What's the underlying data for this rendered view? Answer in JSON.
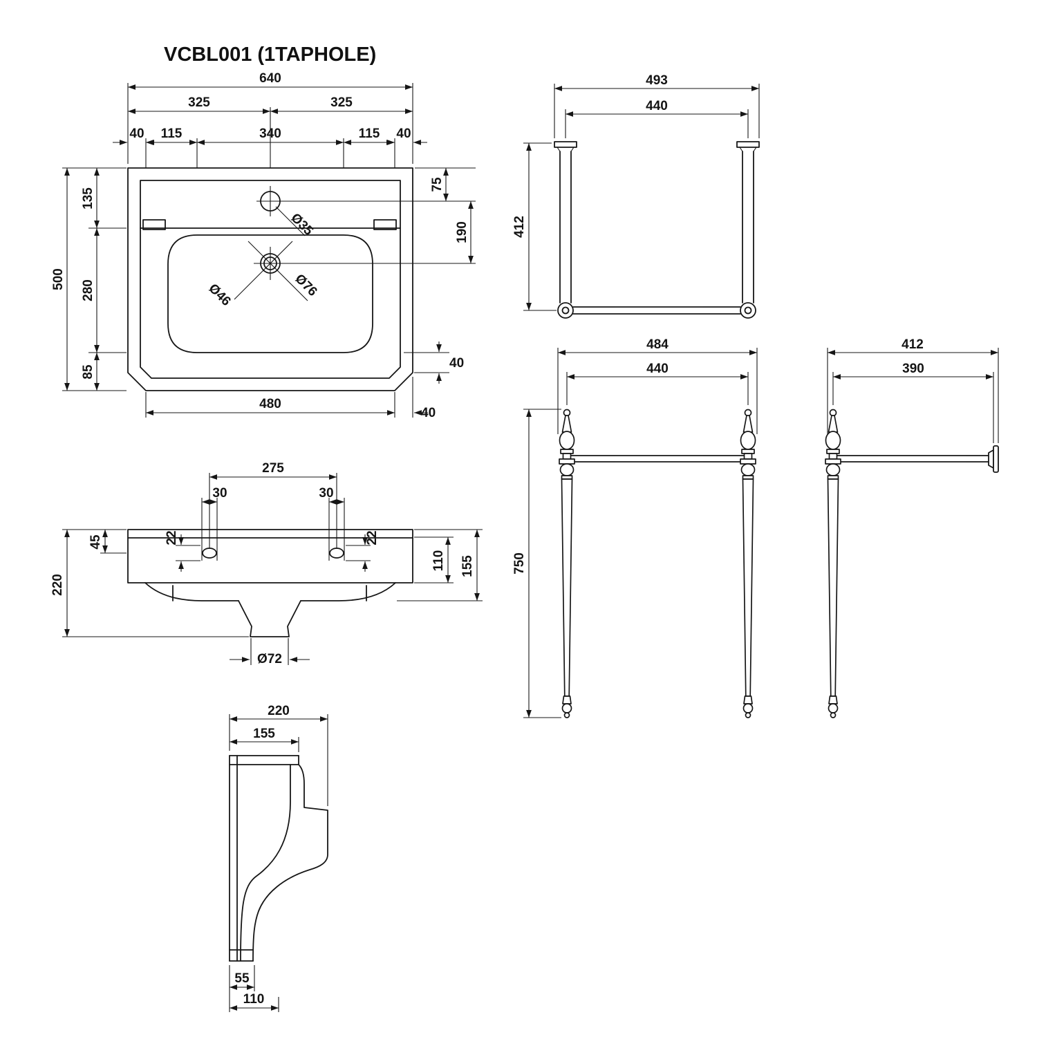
{
  "title": "VCBL001 (1TAPHOLE)",
  "plan": {
    "w640": "640",
    "w325l": "325",
    "w325r": "325",
    "seg40l": "40",
    "seg115l": "115",
    "seg340": "340",
    "seg115r": "115",
    "seg40r": "40",
    "h500": "500",
    "h135": "135",
    "h280": "280",
    "h85": "85",
    "r75": "75",
    "r190": "190",
    "r40": "40",
    "b480": "480",
    "b40": "40",
    "taphole": "Ø35",
    "waste_inner": "Ø46",
    "waste_outer": "Ø76"
  },
  "front": {
    "w275": "275",
    "s30l": "30",
    "s30r": "30",
    "s22l": "22",
    "s22r": "22",
    "h45": "45",
    "h220": "220",
    "h110": "110",
    "h155": "155",
    "outlet": "Ø72"
  },
  "side": {
    "d220": "220",
    "d155": "155",
    "b55": "55",
    "b110": "110"
  },
  "frame": {
    "w493": "493",
    "w440": "440",
    "h412": "412"
  },
  "stand_front": {
    "w484": "484",
    "w440": "440",
    "h750": "750"
  },
  "stand_side": {
    "w412": "412",
    "d390": "390"
  }
}
